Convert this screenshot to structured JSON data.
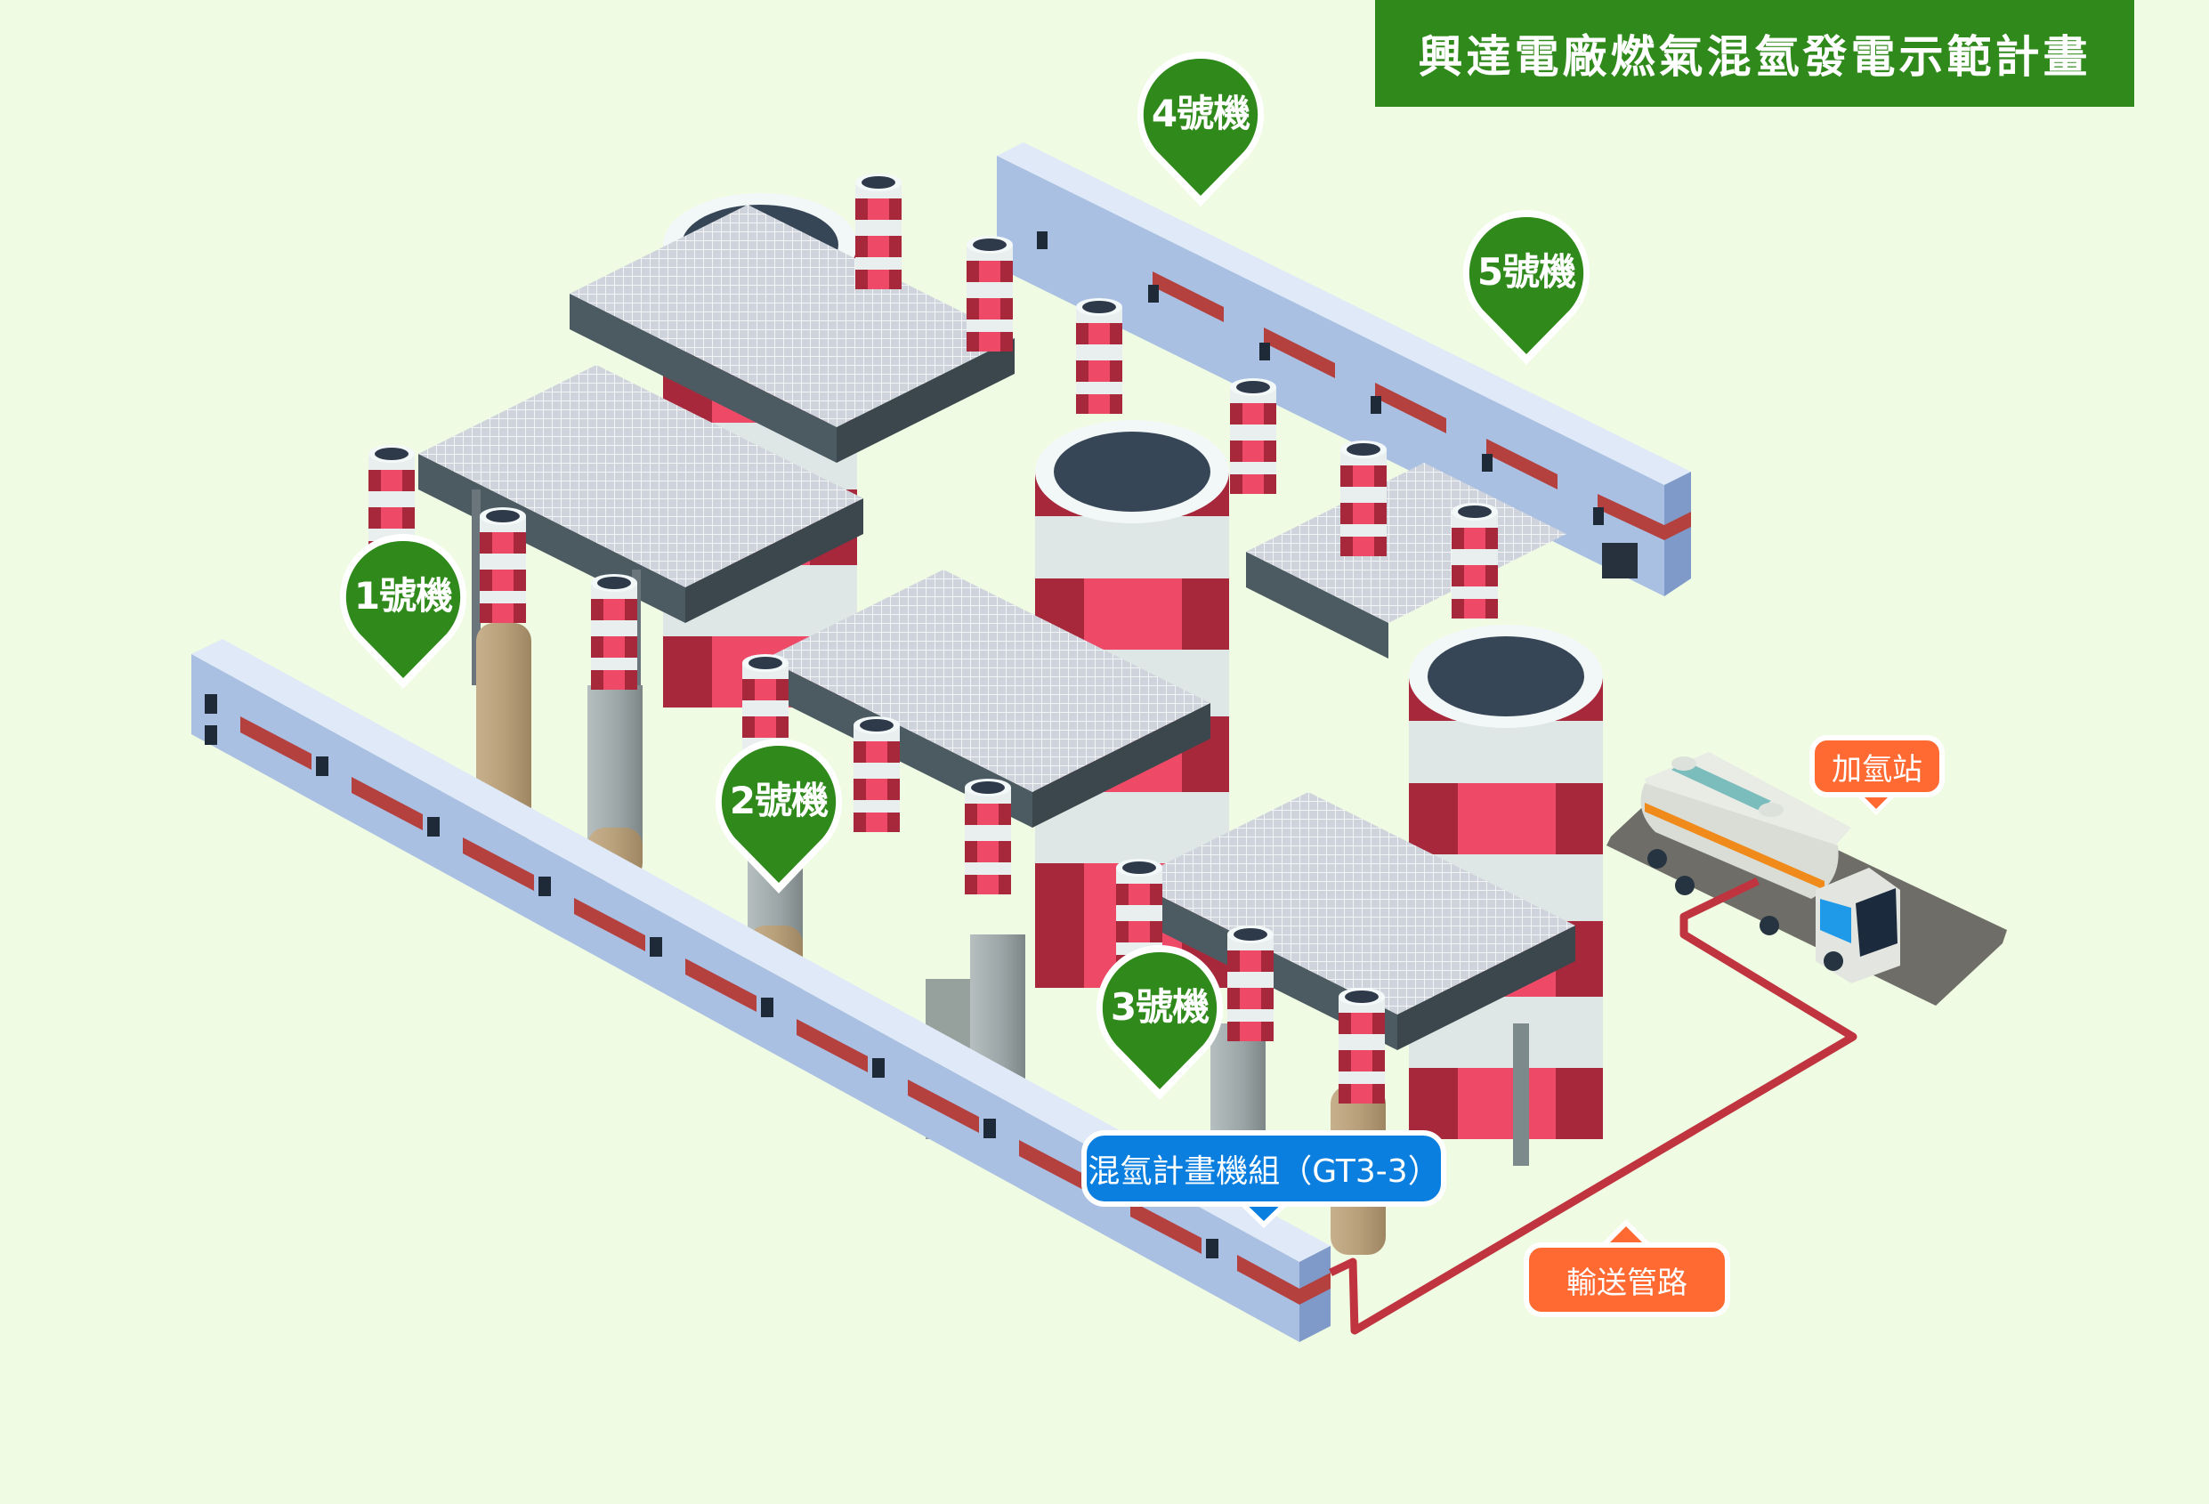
{
  "title": "興達電廠燃氣混氫發電示範計畫",
  "units": [
    {
      "label": "1號機"
    },
    {
      "label": "2號機"
    },
    {
      "label": "3號機"
    },
    {
      "label": "4號機"
    },
    {
      "label": "5號機"
    }
  ],
  "callouts": {
    "hydrogen_unit": "混氫計畫機組（GT3-3）",
    "pipeline": "輸送管路",
    "station": "加氫站"
  },
  "colors": {
    "background": "#f0fbe3",
    "banner": "#2f8a1b",
    "pin": "#2f8a1b",
    "callout_blue": "#0a7fe0",
    "callout_orange": "#ff6a33",
    "pipe": "#c0343f",
    "chimney_red": "#a8283b",
    "chimney_pink": "#ee4a68",
    "chimney_white": "#e8efee",
    "building": "#a9c0e3"
  },
  "icons": {
    "unit_marker": "map-pin-icon",
    "truck": "hydrogen-tanker-truck-icon"
  }
}
